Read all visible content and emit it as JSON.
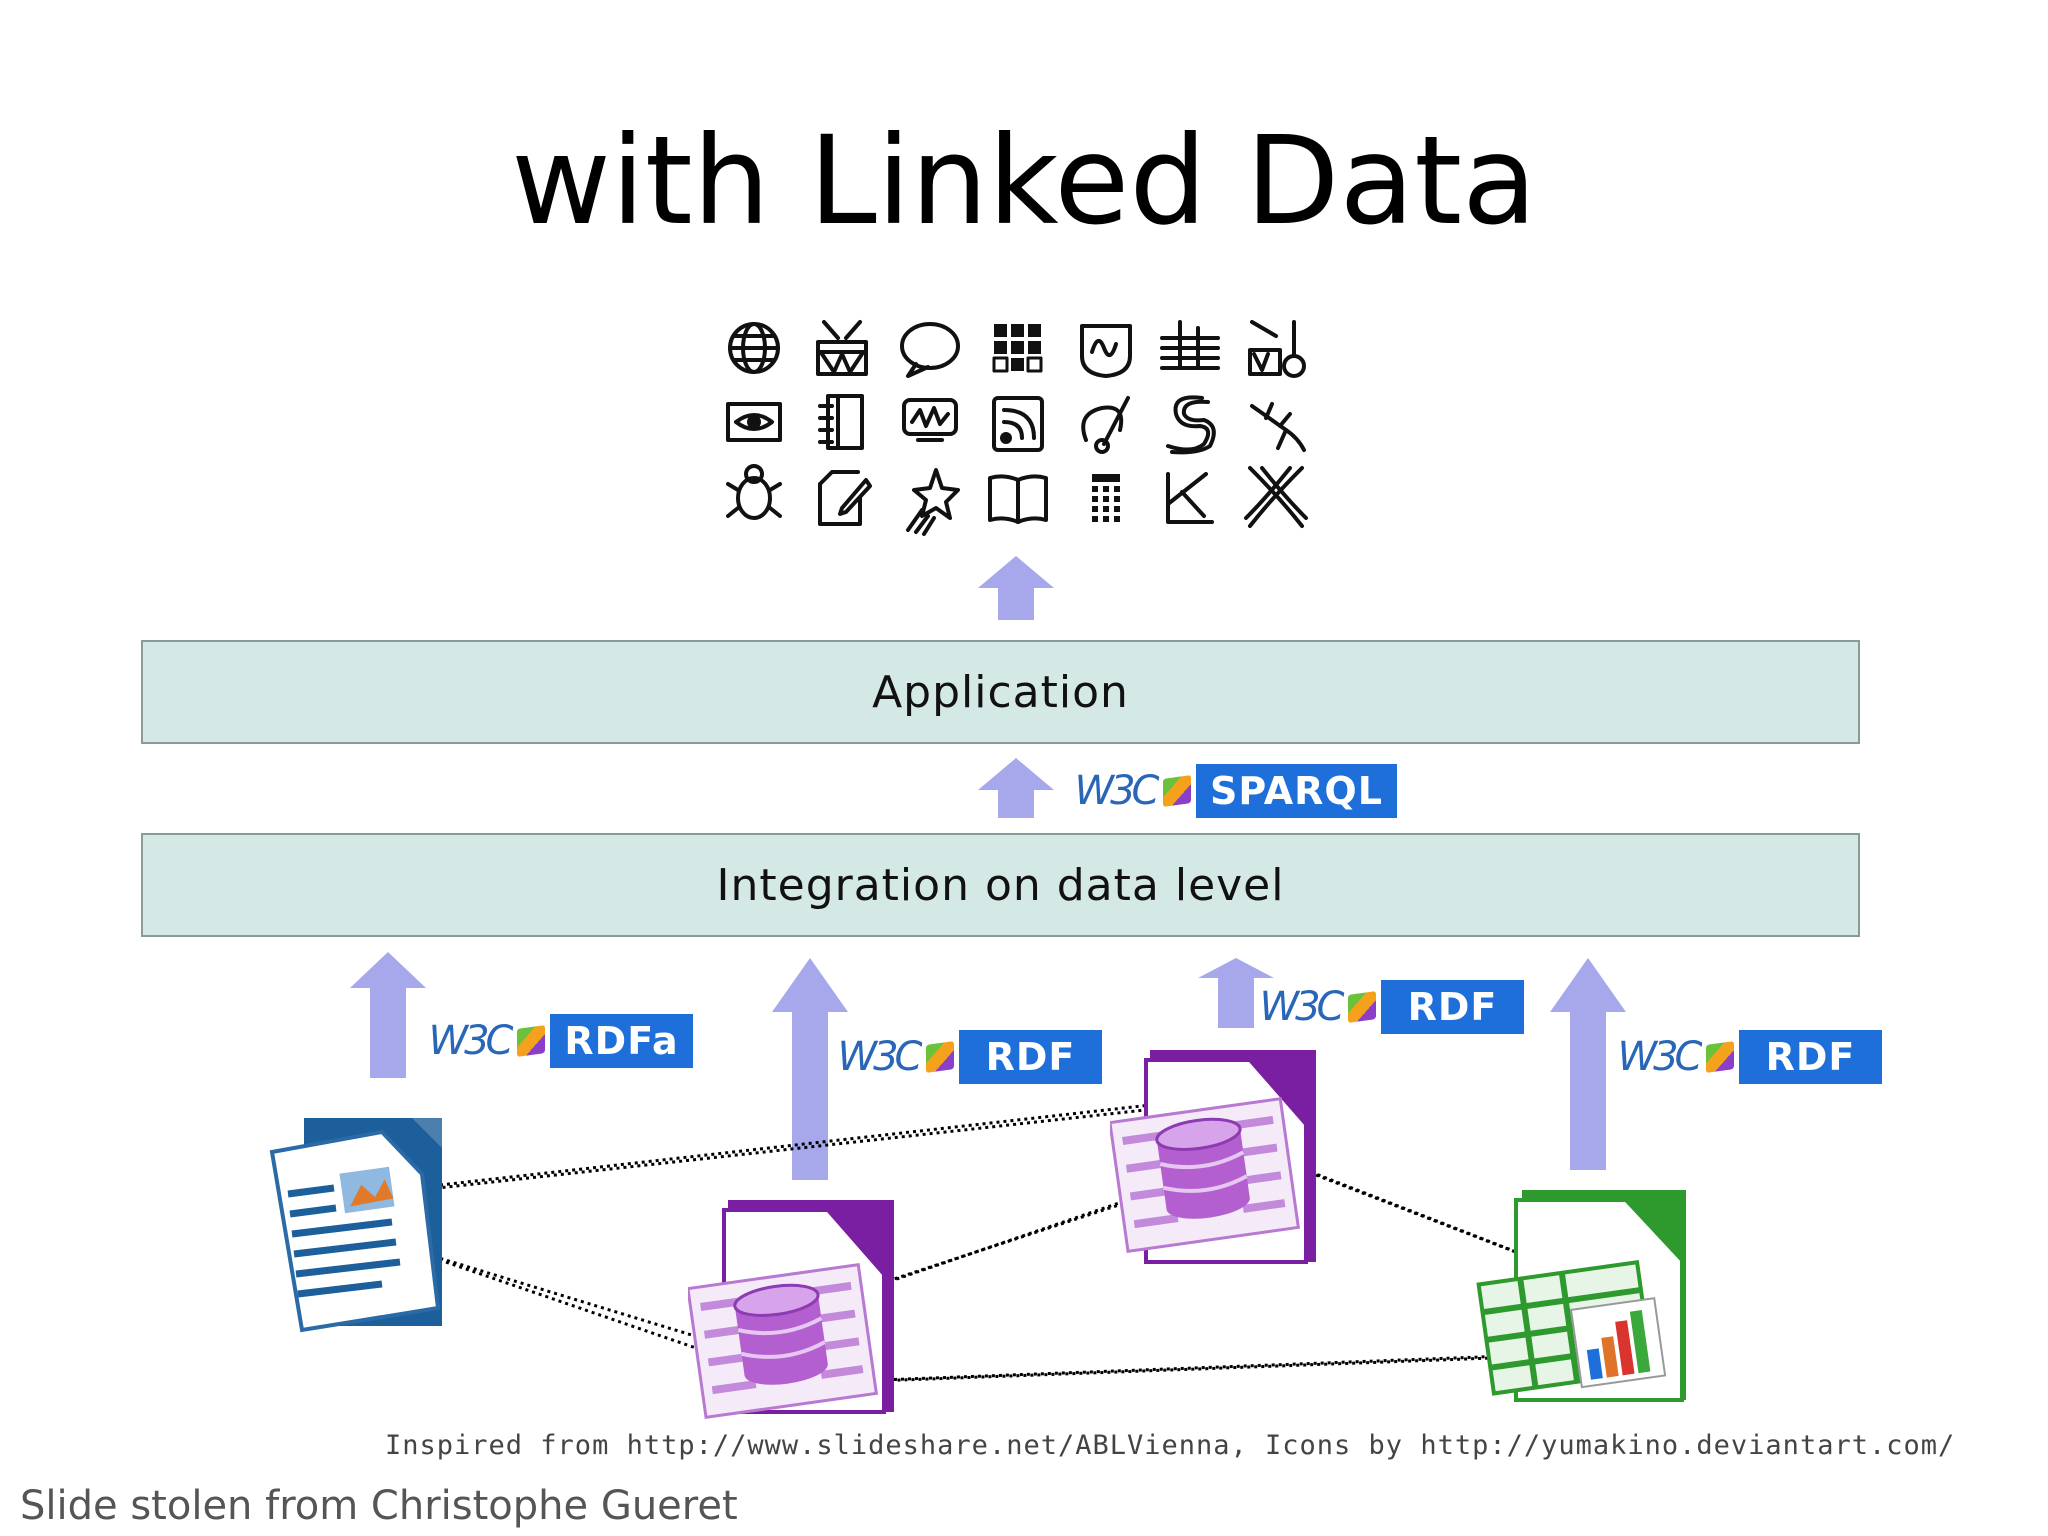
{
  "slide": {
    "title": "with Linked Data",
    "layers": {
      "application": "Application",
      "integration": "Integration on data level"
    },
    "badges": {
      "sparql": {
        "w3c": "W3C",
        "tag": "SPARQL"
      },
      "rdfa": {
        "w3c": "W3C",
        "tag": "RDFa"
      },
      "rdf_1": {
        "w3c": "W3C",
        "tag": "RDF"
      },
      "rdf_2": {
        "w3c": "W3C",
        "tag": "RDF"
      },
      "rdf_3": {
        "w3c": "W3C",
        "tag": "RDF"
      }
    },
    "app_icons": [
      "globe-icon",
      "drum-icon",
      "speech-bubble-icon",
      "grid-icon",
      "waveform-icon",
      "music-score-icon",
      "instruments-icon",
      "eye-icon",
      "notebook-icon",
      "monitor-wave-icon",
      "rss-icon",
      "paint-icon",
      "snake-icon",
      "bird-icon",
      "bug-icon",
      "edit-icon",
      "star-icon",
      "book-icon",
      "calculator-icon",
      "sign-icon",
      "x-icon"
    ],
    "documents": [
      {
        "kind": "writer-document-icon",
        "color": "#1d5f9a"
      },
      {
        "kind": "base-database-icon",
        "color": "#7a1fa2"
      },
      {
        "kind": "base-database-icon",
        "color": "#7a1fa2"
      },
      {
        "kind": "calc-spreadsheet-icon",
        "color": "#2e9a2e"
      }
    ],
    "credit": "Inspired from http://www.slideshare.net/ABLVienna, Icons by http://yumakino.deviantart.com/",
    "note": "Slide stolen from Christophe Gueret",
    "colors": {
      "layer_fill": "#d4e8e6",
      "arrow": "#a7a7ec",
      "badge": "#1e6fd9"
    }
  }
}
